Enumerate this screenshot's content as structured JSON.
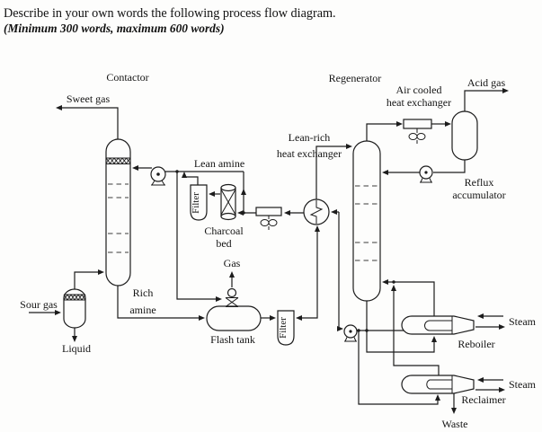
{
  "page": {
    "background": "#fdfdfc",
    "ink": "#1c1c1c"
  },
  "header": {
    "title": "Describe in your own words the following process flow diagram.",
    "subtitle": "(Minimum 300 words, maximum 600 words)"
  },
  "diagram": {
    "type": "process-flow-diagram",
    "subject": "amine gas treating unit",
    "labels": {
      "contactor": "Contactor",
      "sweet_gas": "Sweet gas",
      "sour_gas": "Sour gas",
      "liquid": "Liquid",
      "rich_amine_line1": "Rich",
      "rich_amine_line2": "amine",
      "lean_amine": "Lean amine",
      "filter_lean": "Filter",
      "charcoal_line1": "Charcoal",
      "charcoal_line2": "bed",
      "gas": "Gas",
      "flash_tank": "Flash tank",
      "filter_rich": "Filter",
      "lean_rich_hx_line1": "Lean-rich",
      "lean_rich_hx_line2": "heat exchanger",
      "regenerator": "Regenerator",
      "air_cooled_hx_line1": "Air cooled",
      "air_cooled_hx_line2": "heat exchanger",
      "acid_gas": "Acid gas",
      "reflux_line1": "Reflux",
      "reflux_line2": "accumulator",
      "reboiler": "Reboiler",
      "steam_reboiler": "Steam",
      "steam_reclaimer": "Steam",
      "reclaimer": "Reclaimer",
      "waste": "Waste"
    }
  }
}
